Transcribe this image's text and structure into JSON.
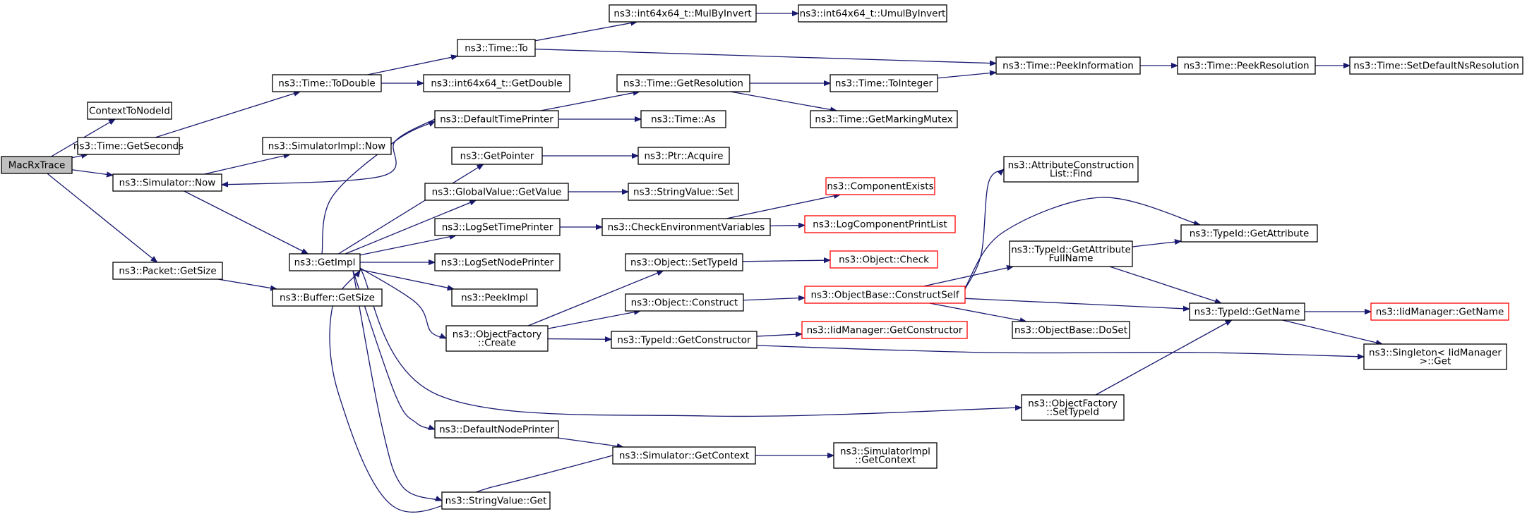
{
  "diagram": {
    "type": "call-graph",
    "colors": {
      "edge": "#191970",
      "node_border": "#000000",
      "node_border_truncated": "#ff0000",
      "root_fill": "#bfbfbf",
      "node_fill": "#ffffff"
    },
    "nodes": [
      {
        "id": "n0",
        "lines": [
          "MacRxTrace"
        ],
        "style": "root"
      },
      {
        "id": "n1",
        "lines": [
          "ContextToNodeId"
        ]
      },
      {
        "id": "n2",
        "lines": [
          "ns3::Time::GetSeconds"
        ]
      },
      {
        "id": "n3",
        "lines": [
          "ns3::Simulator::Now"
        ]
      },
      {
        "id": "n4",
        "lines": [
          "ns3::Packet::GetSize"
        ]
      },
      {
        "id": "n5",
        "lines": [
          "ns3::Time::ToDouble"
        ]
      },
      {
        "id": "n6",
        "lines": [
          "ns3::SimulatorImpl::Now"
        ]
      },
      {
        "id": "n7",
        "lines": [
          "ns3::GetImpl"
        ]
      },
      {
        "id": "n8",
        "lines": [
          "ns3::Buffer::GetSize"
        ]
      },
      {
        "id": "n9",
        "lines": [
          "ns3::Time::To"
        ]
      },
      {
        "id": "n10",
        "lines": [
          "ns3::int64x64_t::GetDouble"
        ]
      },
      {
        "id": "n11",
        "lines": [
          "ns3::DefaultTimePrinter"
        ]
      },
      {
        "id": "n12",
        "lines": [
          "ns3::GetPointer"
        ]
      },
      {
        "id": "n13",
        "lines": [
          "ns3::GlobalValue::GetValue"
        ]
      },
      {
        "id": "n14",
        "lines": [
          "ns3::LogSetTimePrinter"
        ]
      },
      {
        "id": "n15",
        "lines": [
          "ns3::LogSetNodePrinter"
        ]
      },
      {
        "id": "n16",
        "lines": [
          "ns3::PeekImpl"
        ]
      },
      {
        "id": "n17",
        "lines": [
          "ns3::ObjectFactory",
          "::Create"
        ]
      },
      {
        "id": "n18",
        "lines": [
          "ns3::DefaultNodePrinter"
        ]
      },
      {
        "id": "n19",
        "lines": [
          "ns3::StringValue::Get"
        ]
      },
      {
        "id": "n20",
        "lines": [
          "ns3::int64x64_t::MulByInvert"
        ]
      },
      {
        "id": "n21",
        "lines": [
          "ns3::int64x64_t::UmulByInvert"
        ]
      },
      {
        "id": "n22",
        "lines": [
          "ns3::Time::GetResolution"
        ]
      },
      {
        "id": "n23",
        "lines": [
          "ns3::Time::As"
        ]
      },
      {
        "id": "n24",
        "lines": [
          "ns3::Ptr::Acquire"
        ]
      },
      {
        "id": "n25",
        "lines": [
          "ns3::StringValue::Set"
        ]
      },
      {
        "id": "n26",
        "lines": [
          "ns3::CheckEnvironmentVariables"
        ]
      },
      {
        "id": "n27",
        "lines": [
          "ns3::Object::SetTypeId"
        ]
      },
      {
        "id": "n28",
        "lines": [
          "ns3::Object::Construct"
        ]
      },
      {
        "id": "n29",
        "lines": [
          "ns3::TypeId::GetConstructor"
        ]
      },
      {
        "id": "n30",
        "lines": [
          "ns3::Simulator::GetContext"
        ]
      },
      {
        "id": "n31",
        "lines": [
          "ns3::Time::ToInteger"
        ]
      },
      {
        "id": "n32",
        "lines": [
          "ns3::Time::GetMarkingMutex"
        ]
      },
      {
        "id": "n33",
        "lines": [
          "ns3::ComponentExists"
        ],
        "style": "red"
      },
      {
        "id": "n34",
        "lines": [
          "ns3::LogComponentPrintList"
        ],
        "style": "red"
      },
      {
        "id": "n35",
        "lines": [
          "ns3::Object::Check"
        ],
        "style": "red"
      },
      {
        "id": "n36",
        "lines": [
          "ns3::ObjectBase::ConstructSelf"
        ],
        "style": "red"
      },
      {
        "id": "n37",
        "lines": [
          "ns3::IidManager::GetConstructor"
        ],
        "style": "red"
      },
      {
        "id": "n38",
        "lines": [
          "ns3::SimulatorImpl",
          "::GetContext"
        ]
      },
      {
        "id": "n39",
        "lines": [
          "ns3::Time::PeekInformation"
        ]
      },
      {
        "id": "n40",
        "lines": [
          "ns3::AttributeConstruction",
          "List::Find"
        ]
      },
      {
        "id": "n41",
        "lines": [
          "ns3::TypeId::GetAttribute",
          "FullName"
        ]
      },
      {
        "id": "n42",
        "lines": [
          "ns3::ObjectBase::DoSet"
        ]
      },
      {
        "id": "n43",
        "lines": [
          "ns3::ObjectFactory",
          "::SetTypeId"
        ]
      },
      {
        "id": "n44",
        "lines": [
          "ns3::Time::PeekResolution"
        ]
      },
      {
        "id": "n45",
        "lines": [
          "ns3::TypeId::GetAttribute"
        ]
      },
      {
        "id": "n46",
        "lines": [
          "ns3::TypeId::GetName"
        ]
      },
      {
        "id": "n47",
        "lines": [
          "ns3::Time::SetDefaultNsResolution"
        ]
      },
      {
        "id": "n48",
        "lines": [
          "ns3::IidManager::GetName"
        ],
        "style": "red"
      },
      {
        "id": "n49",
        "lines": [
          "ns3::Singleton< IidManager",
          " >::Get"
        ]
      }
    ],
    "edges": [
      [
        "n0",
        "n1"
      ],
      [
        "n0",
        "n2"
      ],
      [
        "n0",
        "n3"
      ],
      [
        "n0",
        "n4"
      ],
      [
        "n2",
        "n5"
      ],
      [
        "n5",
        "n9"
      ],
      [
        "n5",
        "n10"
      ],
      [
        "n9",
        "n20"
      ],
      [
        "n20",
        "n21"
      ],
      [
        "n9",
        "n39"
      ],
      [
        "n39",
        "n44"
      ],
      [
        "n44",
        "n47"
      ],
      [
        "n3",
        "n6"
      ],
      [
        "n3",
        "n7"
      ],
      [
        "n4",
        "n8"
      ],
      [
        "n7",
        "n11"
      ],
      [
        "n11",
        "n3"
      ],
      [
        "n11",
        "n22"
      ],
      [
        "n11",
        "n23"
      ],
      [
        "n22",
        "n31"
      ],
      [
        "n22",
        "n32"
      ],
      [
        "n31",
        "n39"
      ],
      [
        "n7",
        "n12"
      ],
      [
        "n12",
        "n24"
      ],
      [
        "n7",
        "n13"
      ],
      [
        "n13",
        "n25"
      ],
      [
        "n7",
        "n14"
      ],
      [
        "n14",
        "n26"
      ],
      [
        "n26",
        "n33"
      ],
      [
        "n26",
        "n34"
      ],
      [
        "n7",
        "n15"
      ],
      [
        "n7",
        "n16"
      ],
      [
        "n7",
        "n17"
      ],
      [
        "n17",
        "n27"
      ],
      [
        "n17",
        "n28"
      ],
      [
        "n17",
        "n29"
      ],
      [
        "n27",
        "n35"
      ],
      [
        "n28",
        "n36"
      ],
      [
        "n36",
        "n40"
      ],
      [
        "n36",
        "n41"
      ],
      [
        "n36",
        "n45"
      ],
      [
        "n36",
        "n46"
      ],
      [
        "n36",
        "n42"
      ],
      [
        "n41",
        "n45"
      ],
      [
        "n41",
        "n46"
      ],
      [
        "n29",
        "n37"
      ],
      [
        "n29",
        "n49"
      ],
      [
        "n46",
        "n48"
      ],
      [
        "n46",
        "n49"
      ],
      [
        "n7",
        "n43"
      ],
      [
        "n43",
        "n46"
      ],
      [
        "n7",
        "n18"
      ],
      [
        "n18",
        "n30"
      ],
      [
        "n30",
        "n7"
      ],
      [
        "n30",
        "n38"
      ],
      [
        "n7",
        "n19"
      ]
    ]
  }
}
